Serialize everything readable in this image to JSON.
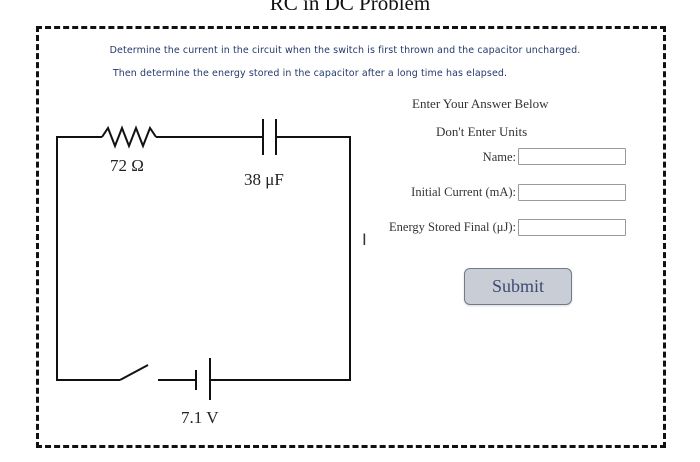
{
  "page": {
    "title": "RC in DC Problem",
    "instructions": [
      "Determine the current in the circuit when the switch is first thrown and the capacitor uncharged.",
      "Then determine the energy stored in the capacitor after a long time has elapsed."
    ]
  },
  "circuit": {
    "resistor_label": "72 Ω",
    "capacitor_label": "38 μF",
    "battery_label": "7.1 V"
  },
  "form": {
    "heading": "Enter Your Answer Below",
    "subheading": "Don't Enter Units",
    "name_label": "Name:",
    "name_value": "",
    "current_label": "Initial Current (mA):",
    "current_value": "",
    "energy_label": "Energy Stored Final (μJ):",
    "energy_value": "",
    "submit_label": "Submit"
  },
  "colors": {
    "instruction_text": "#243a6b",
    "submit_bg": "#c9ced6",
    "submit_text": "#3d4a72"
  }
}
